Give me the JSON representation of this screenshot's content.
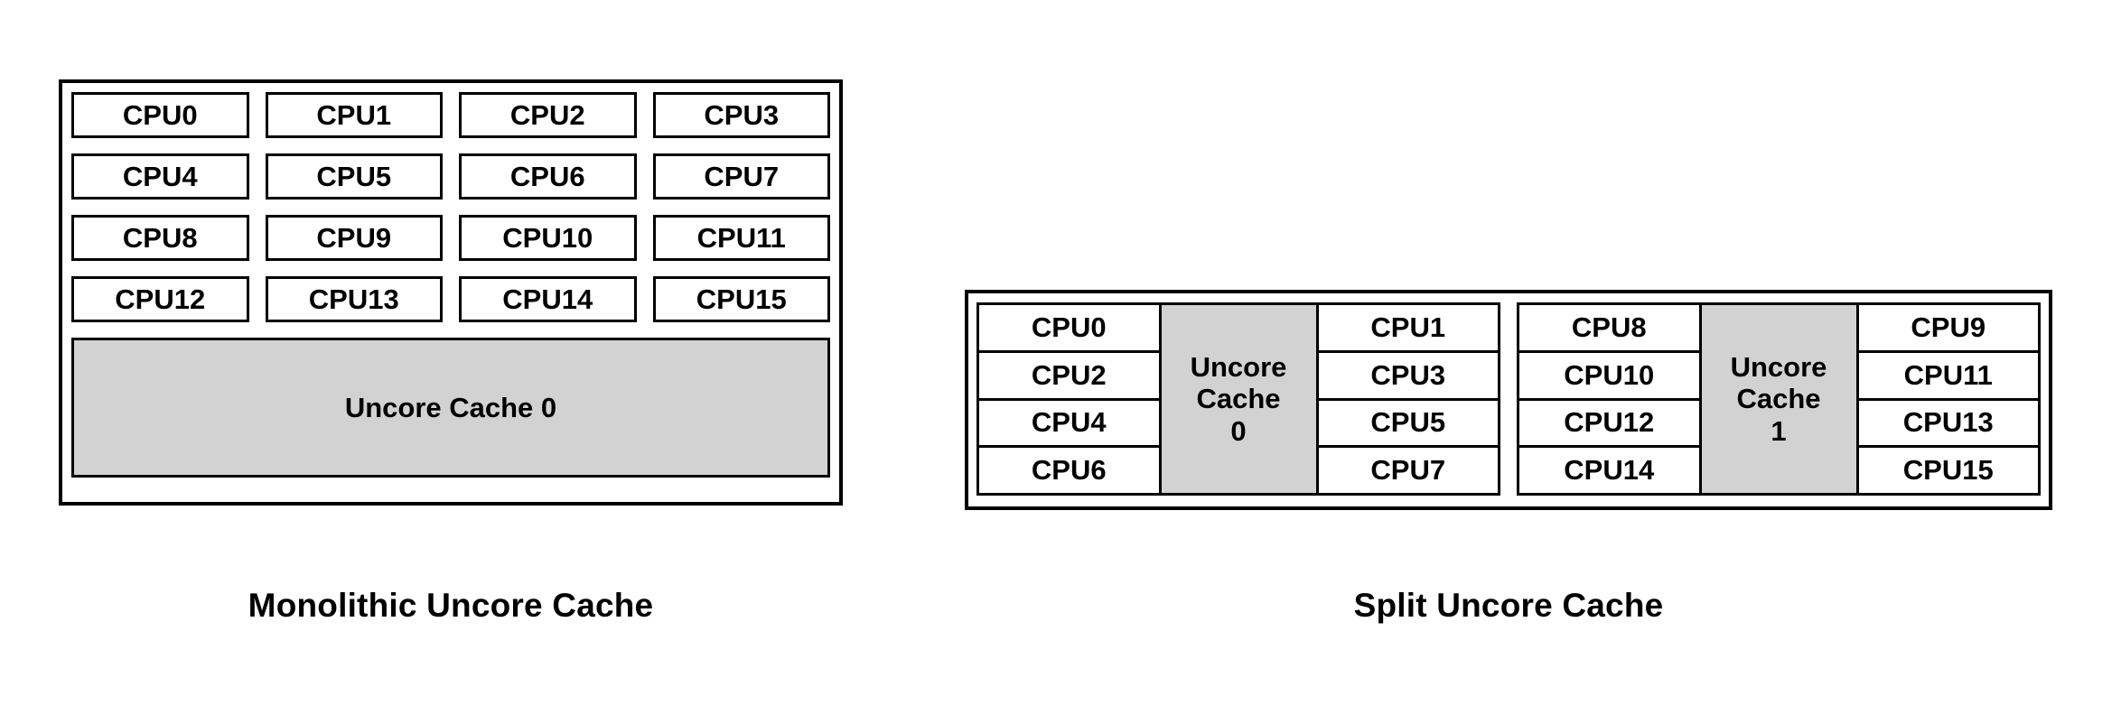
{
  "colors": {
    "background": "#ffffff",
    "outline": "#000000",
    "cpu_fill": "#ffffff",
    "cache_fill": "#d2d2d2",
    "text": "#000000"
  },
  "diagrams": [
    {
      "id": "monolithic",
      "caption": "Monolithic Uncore Cache",
      "cpus": [
        "CPU0",
        "CPU1",
        "CPU2",
        "CPU3",
        "CPU4",
        "CPU5",
        "CPU6",
        "CPU7",
        "CPU8",
        "CPU9",
        "CPU10",
        "CPU11",
        "CPU12",
        "CPU13",
        "CPU14",
        "CPU15"
      ],
      "cache_label": "Uncore Cache 0"
    },
    {
      "id": "split",
      "caption": "Split Uncore Cache",
      "clusters": [
        {
          "left_cpus": [
            "CPU0",
            "CPU2",
            "CPU4",
            "CPU6"
          ],
          "cache_line1": "Uncore",
          "cache_line2": "Cache",
          "cache_line3": "0",
          "right_cpus": [
            "CPU1",
            "CPU3",
            "CPU5",
            "CPU7"
          ]
        },
        {
          "left_cpus": [
            "CPU8",
            "CPU10",
            "CPU12",
            "CPU14"
          ],
          "cache_line1": "Uncore",
          "cache_line2": "Cache",
          "cache_line3": "1",
          "right_cpus": [
            "CPU9",
            "CPU11",
            "CPU13",
            "CPU15"
          ]
        }
      ]
    }
  ]
}
